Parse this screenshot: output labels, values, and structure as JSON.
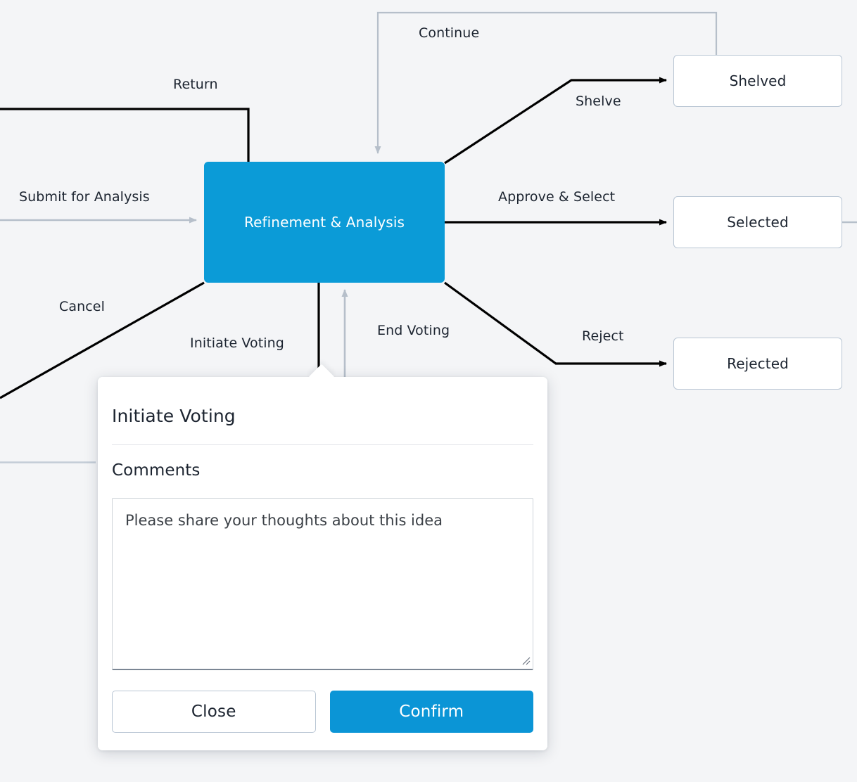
{
  "theme": {
    "background": "#f4f5f7",
    "accent_blue": "#0b9bd7",
    "confirm_blue": "#0b95d6",
    "node_border": "#b9c6d4",
    "text_dark": "#1c2430",
    "edge_black": "#000000",
    "edge_gray": "#b6bfca"
  },
  "diagram": {
    "type": "state-machine",
    "nodes": [
      {
        "id": "refinement",
        "label": "Refinement & Analysis",
        "state": "active"
      },
      {
        "id": "shelved",
        "label": "Shelved",
        "state": "default"
      },
      {
        "id": "selected",
        "label": "Selected",
        "state": "default"
      },
      {
        "id": "rejected",
        "label": "Rejected",
        "state": "default"
      }
    ],
    "edges": [
      {
        "id": "continue",
        "label": "Continue",
        "from": "shelved",
        "to": "refinement",
        "style": "gray"
      },
      {
        "id": "return",
        "label": "Return",
        "from": "offscreen",
        "to": "refinement",
        "style": "black"
      },
      {
        "id": "shelve",
        "label": "Shelve",
        "from": "refinement",
        "to": "shelved",
        "style": "black"
      },
      {
        "id": "submit-for-analysis",
        "label": "Submit for Analysis",
        "from": "offscreen",
        "to": "refinement",
        "style": "gray"
      },
      {
        "id": "approve-select",
        "label": "Approve & Select",
        "from": "refinement",
        "to": "selected",
        "style": "black"
      },
      {
        "id": "cancel",
        "label": "Cancel",
        "from": "refinement",
        "to": "offscreen",
        "style": "black"
      },
      {
        "id": "reject",
        "label": "Reject",
        "from": "refinement",
        "to": "rejected",
        "style": "black"
      },
      {
        "id": "end-voting",
        "label": "End Voting",
        "from": "offscreen",
        "to": "refinement",
        "style": "gray"
      },
      {
        "id": "initiate-voting",
        "label": "Initiate Voting",
        "from": "refinement",
        "to": "offscreen",
        "style": "black"
      }
    ]
  },
  "modal": {
    "title": "Initiate Voting",
    "comments_label": "Comments",
    "comments_value": "Please share your thoughts about this idea",
    "comments_placeholder": "Please share your thoughts about this idea",
    "close_label": "Close",
    "confirm_label": "Confirm"
  }
}
